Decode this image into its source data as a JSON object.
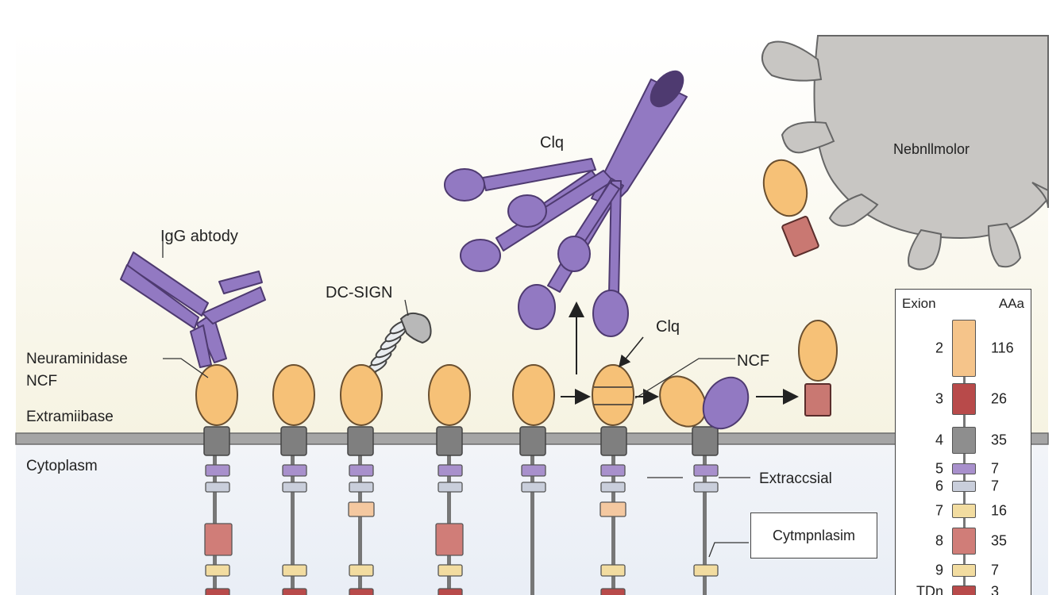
{
  "labels": {
    "igg": "IgG abtody",
    "neuraminidase": "Neuraminidase",
    "ncf_left": "NCF",
    "extracellular": "Extramiibase",
    "cytoplasm": "Cytoplasm",
    "dcsign": "DC-SIGN",
    "c1q_top": "Clq",
    "c1q_mid": "Clq",
    "ncf_right": "NCF",
    "virus": "Nebnllmolor",
    "extraccsial": "Extraccsial",
    "cytmpnlasim": "Cytmpnlasim"
  },
  "exon_table": {
    "header_exon": "Exion",
    "header_aa": "AAa",
    "rows": [
      {
        "exon": "2",
        "aa": "116",
        "color": "#f5c48a"
      },
      {
        "exon": "3",
        "aa": "26",
        "color": "#b84a4a"
      },
      {
        "exon": "4",
        "aa": "35",
        "color": "#8e8e8e"
      },
      {
        "exon": "5",
        "aa": "7",
        "color": "#a890cc"
      },
      {
        "exon": "6",
        "aa": "7",
        "color": "#c9cedb"
      },
      {
        "exon": "7",
        "aa": "16",
        "color": "#f2dca0"
      },
      {
        "exon": "8",
        "aa": "35",
        "color": "#d07d78"
      },
      {
        "exon": "9",
        "aa": "7",
        "color": "#f2dca0"
      },
      {
        "exon": "TDn",
        "aa": "3",
        "color": "#b84a4a"
      }
    ]
  },
  "colors": {
    "lectin_domain": "#f6c177",
    "membrane": "#9a9a9a",
    "transmembrane": "#707070",
    "c1q": "#8c6fb8",
    "virus": "#c8c6c3",
    "extracellular_bg": "#faf8ee",
    "cytoplasm_bg": "#eef2f8"
  }
}
